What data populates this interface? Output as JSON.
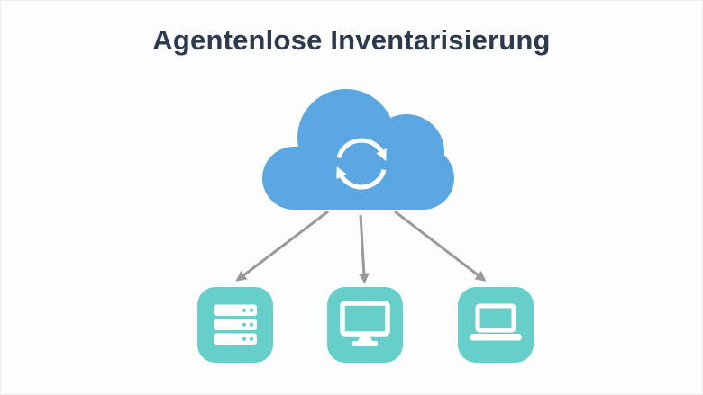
{
  "title": "Agentenlose Inventarisierung",
  "colors": {
    "background": "#fdfdfd",
    "border": "#ececec",
    "title": "#2d3a4d",
    "cloud": "#5ba7e2",
    "node": "#67cfc9",
    "arrow": "#9a9a9a",
    "icon": "#ffffff"
  },
  "cloud": {
    "icon": "sync-icon"
  },
  "nodes": [
    {
      "id": "server",
      "icon": "server-icon"
    },
    {
      "id": "desktop",
      "icon": "monitor-icon"
    },
    {
      "id": "laptop",
      "icon": "laptop-icon"
    }
  ]
}
